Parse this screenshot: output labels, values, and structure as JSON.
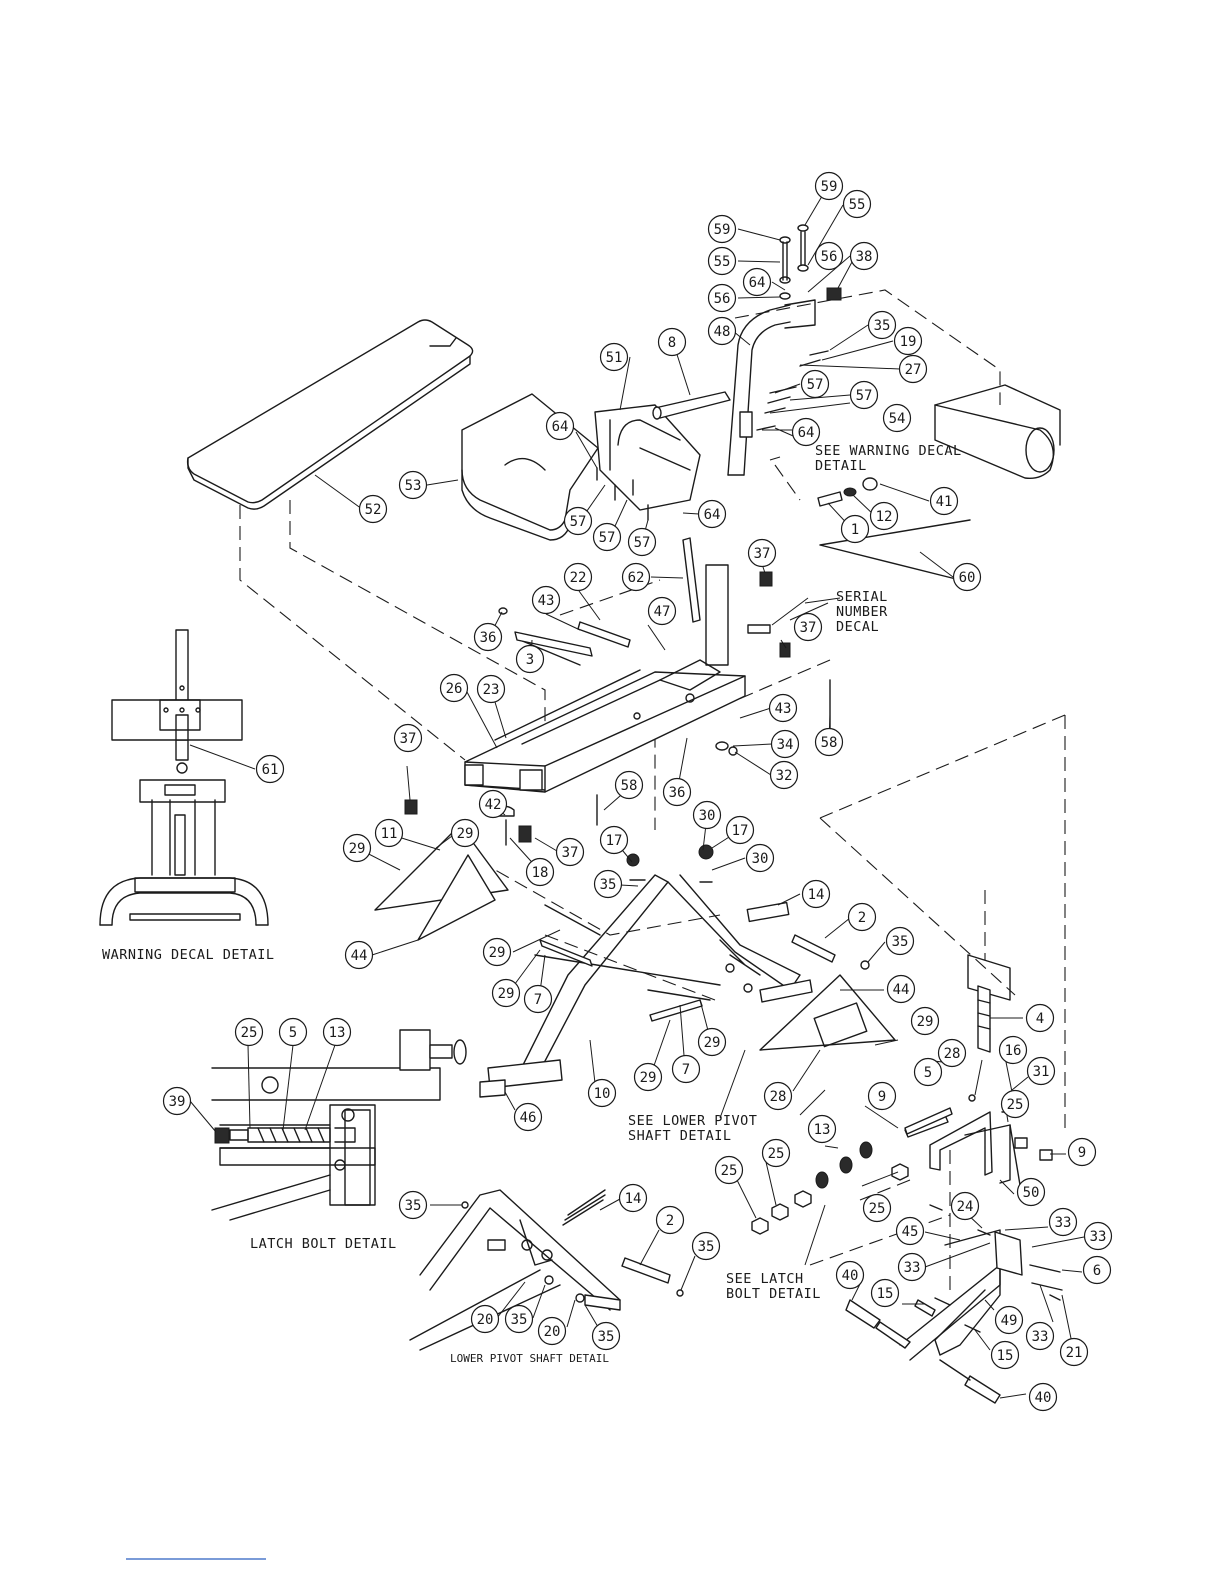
{
  "balloons": [
    {
      "n": "59"
    },
    {
      "n": "55"
    },
    {
      "n": "59"
    },
    {
      "n": "55"
    },
    {
      "n": "56"
    },
    {
      "n": "38"
    },
    {
      "n": "64"
    },
    {
      "n": "56"
    },
    {
      "n": "48"
    },
    {
      "n": "35"
    },
    {
      "n": "19"
    },
    {
      "n": "27"
    },
    {
      "n": "57"
    },
    {
      "n": "57"
    },
    {
      "n": "51"
    },
    {
      "n": "8"
    },
    {
      "n": "64"
    },
    {
      "n": "54"
    },
    {
      "n": "64"
    },
    {
      "n": "53"
    },
    {
      "n": "41"
    },
    {
      "n": "12"
    },
    {
      "n": "1"
    },
    {
      "n": "52"
    },
    {
      "n": "57"
    },
    {
      "n": "57"
    },
    {
      "n": "57"
    },
    {
      "n": "64"
    },
    {
      "n": "60"
    },
    {
      "n": "62"
    },
    {
      "n": "37"
    },
    {
      "n": "22"
    },
    {
      "n": "43"
    },
    {
      "n": "47"
    },
    {
      "n": "36"
    },
    {
      "n": "3"
    },
    {
      "n": "37"
    },
    {
      "n": "26"
    },
    {
      "n": "23"
    },
    {
      "n": "43"
    },
    {
      "n": "34"
    },
    {
      "n": "58"
    },
    {
      "n": "32"
    },
    {
      "n": "37"
    },
    {
      "n": "61"
    },
    {
      "n": "36"
    },
    {
      "n": "58"
    },
    {
      "n": "42"
    },
    {
      "n": "11"
    },
    {
      "n": "29"
    },
    {
      "n": "29"
    },
    {
      "n": "18"
    },
    {
      "n": "37"
    },
    {
      "n": "17"
    },
    {
      "n": "30"
    },
    {
      "n": "17"
    },
    {
      "n": "30"
    },
    {
      "n": "35"
    },
    {
      "n": "14"
    },
    {
      "n": "2"
    },
    {
      "n": "35"
    },
    {
      "n": "44"
    },
    {
      "n": "29"
    },
    {
      "n": "29"
    },
    {
      "n": "7"
    },
    {
      "n": "44"
    },
    {
      "n": "4"
    },
    {
      "n": "29"
    },
    {
      "n": "29"
    },
    {
      "n": "29"
    },
    {
      "n": "7"
    },
    {
      "n": "25"
    },
    {
      "n": "5"
    },
    {
      "n": "13"
    },
    {
      "n": "39"
    },
    {
      "n": "46"
    },
    {
      "n": "10"
    },
    {
      "n": "28"
    },
    {
      "n": "28"
    },
    {
      "n": "16"
    },
    {
      "n": "31"
    },
    {
      "n": "5"
    },
    {
      "n": "9"
    },
    {
      "n": "25"
    },
    {
      "n": "9"
    },
    {
      "n": "13"
    },
    {
      "n": "25"
    },
    {
      "n": "25"
    },
    {
      "n": "50"
    },
    {
      "n": "25"
    },
    {
      "n": "35"
    },
    {
      "n": "14"
    },
    {
      "n": "2"
    },
    {
      "n": "35"
    },
    {
      "n": "24"
    },
    {
      "n": "33"
    },
    {
      "n": "45"
    },
    {
      "n": "33"
    },
    {
      "n": "33"
    },
    {
      "n": "6"
    },
    {
      "n": "40"
    },
    {
      "n": "15"
    },
    {
      "n": "49"
    },
    {
      "n": "33"
    },
    {
      "n": "21"
    },
    {
      "n": "15"
    },
    {
      "n": "20"
    },
    {
      "n": "35"
    },
    {
      "n": "20"
    },
    {
      "n": "35"
    },
    {
      "n": "40"
    }
  ],
  "notes": {
    "warning_decal_ref_1": "SEE WARNING DECAL",
    "warning_decal_ref_2": "DETAIL",
    "serial_1": "SERIAL",
    "serial_2": "NUMBER",
    "serial_3": "DECAL",
    "lower_pivot_ref_1": "SEE LOWER PIVOT",
    "lower_pivot_ref_2": "SHAFT DETAIL",
    "latch_bolt_ref_1": "SEE LATCH",
    "latch_bolt_ref_2": "BOLT DETAIL",
    "warning_decal_detail": "WARNING DECAL DETAIL",
    "latch_bolt_detail": "LATCH BOLT DETAIL",
    "lower_pivot_shaft_detail": "LOWER PIVOT SHAFT DETAIL"
  }
}
